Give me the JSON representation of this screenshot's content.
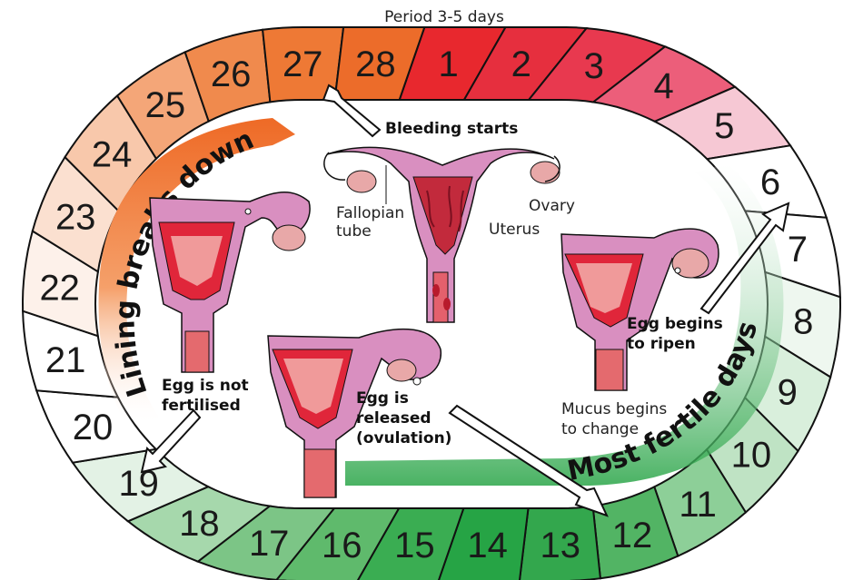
{
  "header": {
    "period_label": "Period 3-5 days"
  },
  "days": [
    {
      "day": "1",
      "fill": "#e8282e"
    },
    {
      "day": "2",
      "fill": "#e62f3e"
    },
    {
      "day": "3",
      "fill": "#e8394f"
    },
    {
      "day": "4",
      "fill": "#ec5e7a"
    },
    {
      "day": "5",
      "fill": "#f6c8d4"
    },
    {
      "day": "6",
      "fill": "#ffffff"
    },
    {
      "day": "7",
      "fill": "#ffffff"
    },
    {
      "day": "8",
      "fill": "#eef7ef"
    },
    {
      "day": "9",
      "fill": "#d9efdc"
    },
    {
      "day": "10",
      "fill": "#bfe3c4"
    },
    {
      "day": "11",
      "fill": "#8dcf98"
    },
    {
      "day": "12",
      "fill": "#52b464"
    },
    {
      "day": "13",
      "fill": "#33a74d"
    },
    {
      "day": "14",
      "fill": "#26a445"
    },
    {
      "day": "15",
      "fill": "#3aad52"
    },
    {
      "day": "16",
      "fill": "#5fba6c"
    },
    {
      "day": "17",
      "fill": "#7cc586"
    },
    {
      "day": "18",
      "fill": "#a6d8ac"
    },
    {
      "day": "19",
      "fill": "#e3f2e5"
    },
    {
      "day": "20",
      "fill": "#ffffff"
    },
    {
      "day": "21",
      "fill": "#ffffff"
    },
    {
      "day": "22",
      "fill": "#fdf1ea"
    },
    {
      "day": "23",
      "fill": "#fbe0d0"
    },
    {
      "day": "24",
      "fill": "#f8c8ab"
    },
    {
      "day": "25",
      "fill": "#f4a678"
    },
    {
      "day": "26",
      "fill": "#f08a4d"
    },
    {
      "day": "27",
      "fill": "#ee7935"
    },
    {
      "day": "28",
      "fill": "#ec6c2a"
    }
  ],
  "labels": {
    "bleeding_starts": "Bleeding starts",
    "fallopian_line1": "Fallopian",
    "fallopian_line2": "tube",
    "ovary": "Ovary",
    "uterus": "Uterus",
    "egg_ripen_line1": "Egg begins",
    "egg_ripen_line2": "to ripen",
    "mucus_line1": "Mucus begins",
    "mucus_line2": "to change",
    "egg_released_line1": "Egg is",
    "egg_released_line2": "released",
    "egg_released_line3": "(ovulation)",
    "egg_not_line1": "Egg is not",
    "egg_not_line2": "fertilised"
  },
  "bands": {
    "lining": "Lining breaks down",
    "fertile": "Most fertile days"
  },
  "colors": {
    "outline": "#111111",
    "tissue_pink": "#d98fc0",
    "uterus_red": "#e0263a",
    "band_orange": "#ee6a26",
    "band_green": "#2aa548"
  }
}
